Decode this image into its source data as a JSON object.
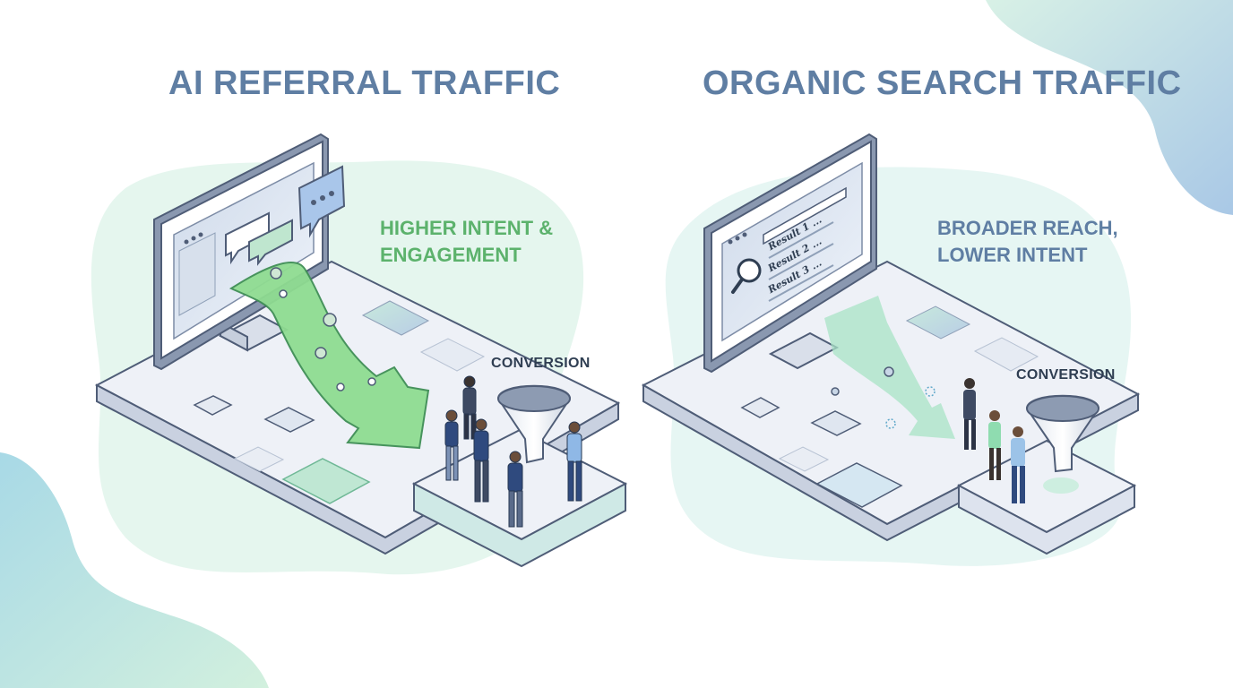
{
  "colors": {
    "title": "#5f7ea3",
    "ai_note": "#5cb26c",
    "organic_note": "#5f7ea3",
    "conversion": "#2f3e52",
    "ai_arrow": "#8fdc91",
    "organic_arrow": "#a8e3c6",
    "platform": "#eef1f7",
    "outline": "#4f5d77",
    "blob_green": "#dff4ea",
    "blob_blue": "#b9d3ea"
  },
  "icons": [
    "monitor-icon",
    "chat-bubble-icon",
    "magnifier-icon",
    "funnel-icon",
    "person-icon",
    "arrow-icon"
  ],
  "ai_panel": {
    "title": "AI REFERRAL TRAFFIC",
    "note_line1": "HIGHER INTENT &",
    "note_line2": "ENGAGEMENT",
    "conversion_label": "CONVERSION"
  },
  "organic_panel": {
    "title": "ORGANIC SEARCH TRAFFIC",
    "note_line1": "BROADER REACH,",
    "note_line2": "LOWER INTENT",
    "conversion_label": "CONVERSION",
    "results": [
      "Result 1 ...",
      "Result 2 ...",
      "Result 3 ..."
    ]
  }
}
